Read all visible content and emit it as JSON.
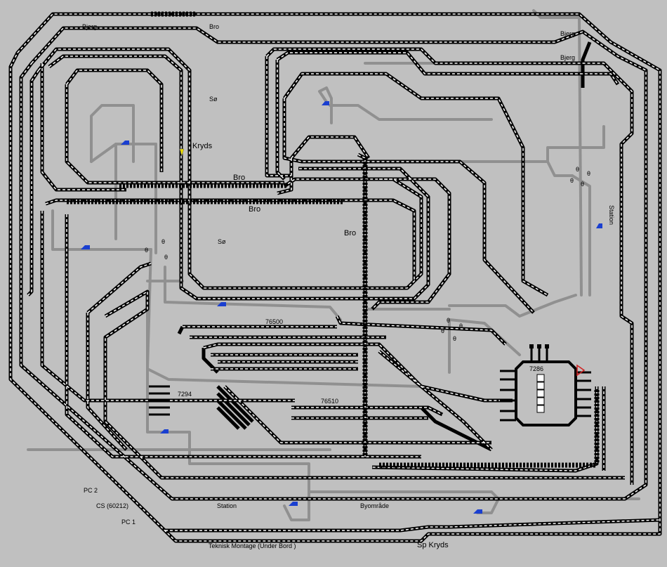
{
  "labels": {
    "bjerg_1": "Bjerg",
    "bro_1": "Bro",
    "bjerg_2": "Bjerg",
    "bjerg_3": "Bjerg",
    "so_1": "Sø",
    "kryds": "Kryds",
    "bro_2": "Bro",
    "bro_3": "Bro",
    "so_2": "Sø",
    "bro_4": "Bro",
    "station_vertical": "Station",
    "num_76500": "76500",
    "num_7286": "7286",
    "num_7294": "7294",
    "num_76510": "76510",
    "pc2": "PC 2",
    "cs": "CS (60212)",
    "pc1": "PC 1",
    "station": "Station",
    "byomraade": "Byområde",
    "teknisk": "Teknisk Montage  (Under Bord )",
    "sp_kryds": "Sp Kryds"
  },
  "turnout_marker": "θ",
  "colors": {
    "background": "#c0c0c0",
    "track_inactive": "#909090",
    "track_active": "#000000",
    "track_dash": "#ffffff",
    "train_marker": "#1a3fd0",
    "signal": "#e8d800",
    "turntable_arrow": "#d02020"
  },
  "icons": {
    "train": "train-marker-icon",
    "turnout": "turnout-icon",
    "signal": "signal-icon",
    "turntable": "turntable-icon"
  }
}
